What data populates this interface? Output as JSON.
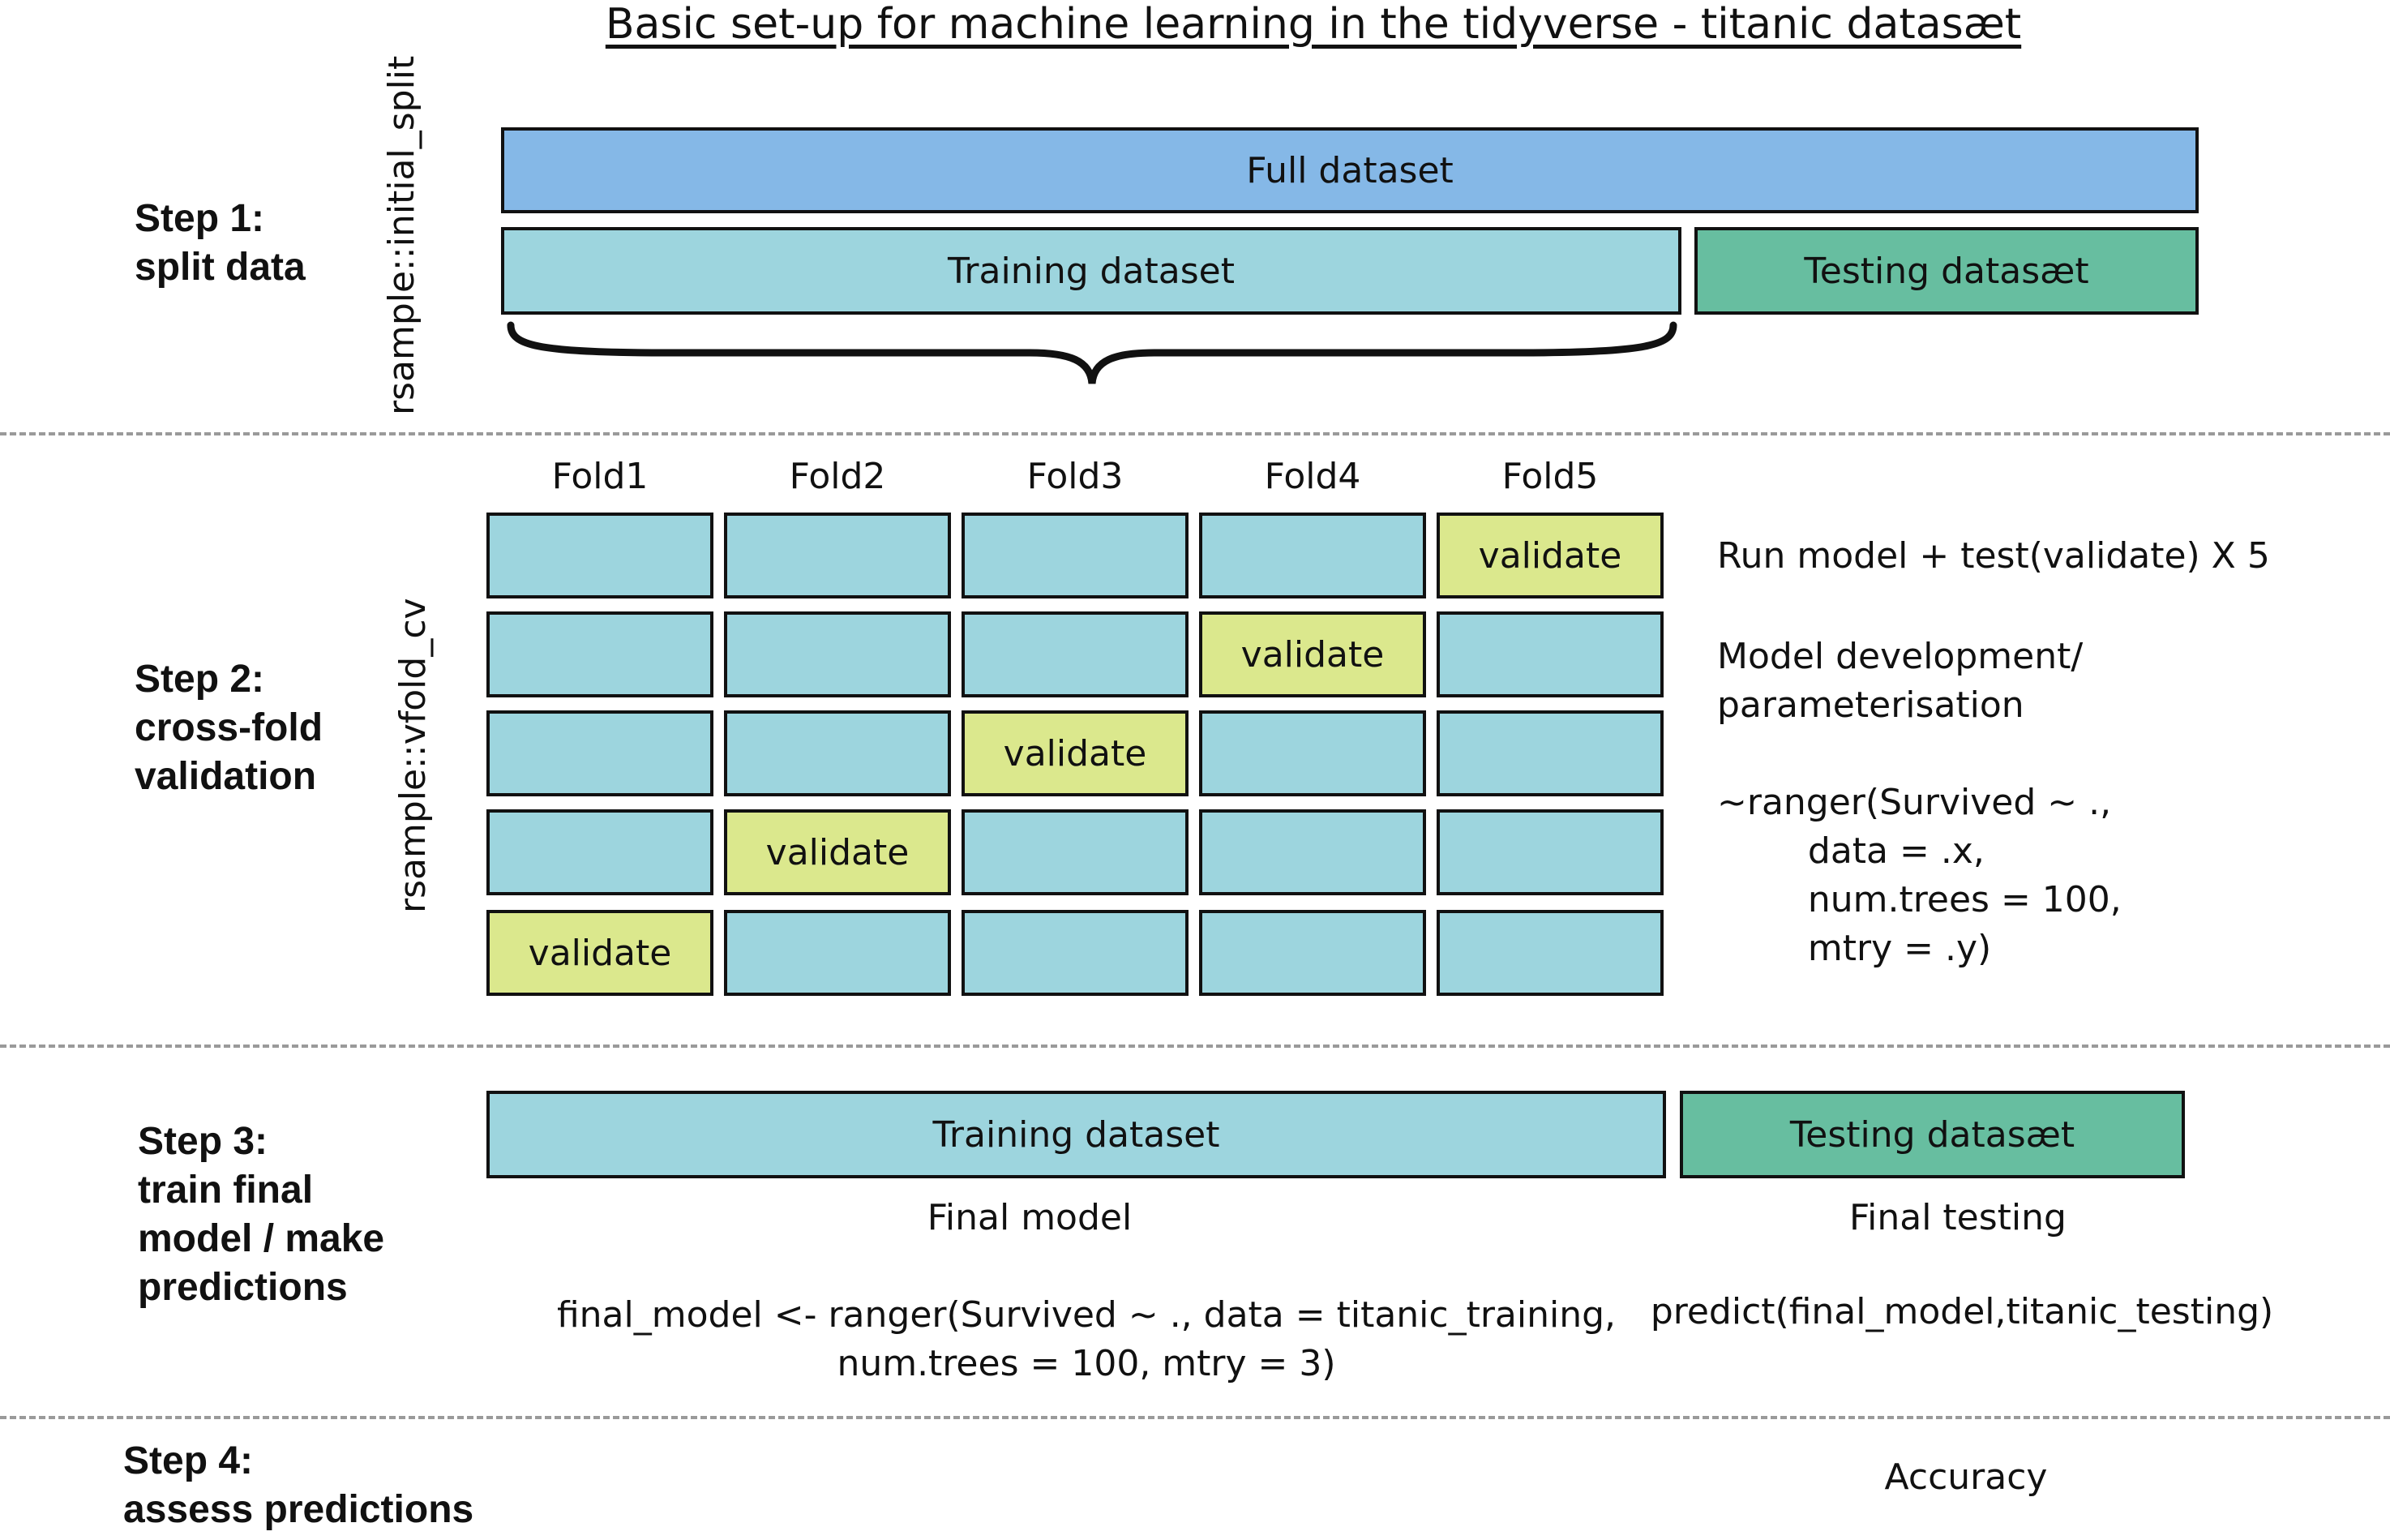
{
  "title": "Basic set-up for machine learning in the tidyverse - titanic datasæt",
  "step1": {
    "label": "Step 1:\nsplit data",
    "function": "rsample::initial_split",
    "full": "Full dataset",
    "training": "Training dataset",
    "testing": "Testing datasæt"
  },
  "step2": {
    "label": "Step 2:\ncross-fold\nvalidation",
    "function": "rsample::vfold_cv",
    "folds": [
      "Fold1",
      "Fold2",
      "Fold3",
      "Fold4",
      "Fold5"
    ],
    "validate": "validate",
    "validate_positions": [
      4,
      3,
      2,
      1,
      0
    ],
    "run_text": "Run model + test(validate) X 5",
    "dev_text": "Model development/\nparameterisation",
    "code": "~ranger(Survived ~ .,\n        data = .x,\n        num.trees = 100,\n        mtry = .y)"
  },
  "step3": {
    "label": "Step 3:\ntrain final\nmodel / make\npredictions",
    "training": "Training dataset",
    "testing": "Testing datasæt",
    "final_model": "Final model",
    "final_testing": "Final testing",
    "model_code": "final_model <- ranger(Survived ~ ., data = titanic_training,\nnum.trees = 100, mtry = 3)",
    "predict_code": "predict(final_model,titanic_testing)"
  },
  "step4": {
    "label": "Step 4:\nassess predictions",
    "accuracy": "Accuracy"
  },
  "colors": {
    "full": "#85b8e7",
    "training": "#9dd5de",
    "testing": "#67bea0",
    "validate": "#dbe88d"
  }
}
